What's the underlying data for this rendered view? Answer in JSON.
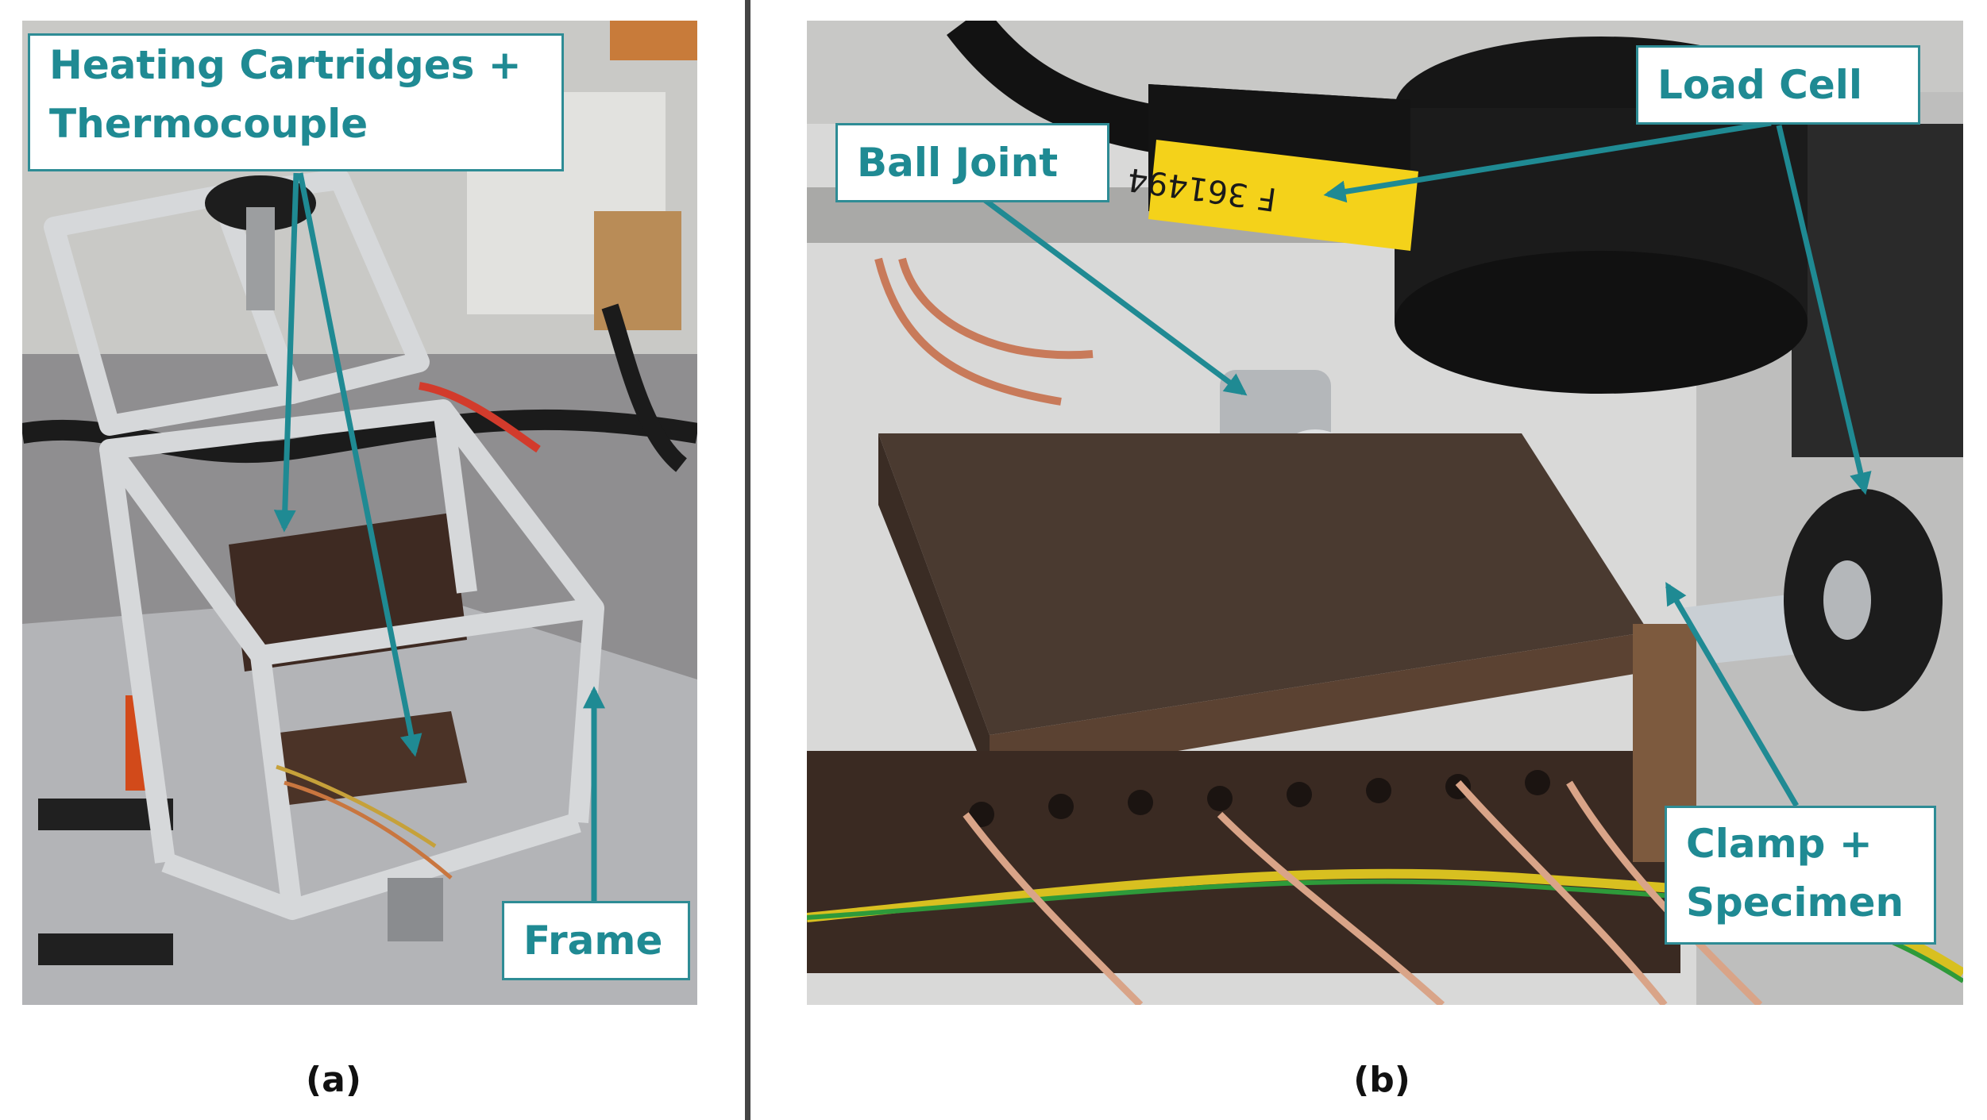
{
  "accent_color": "#1F8A93",
  "panel_a": {
    "caption": "(a)",
    "labels": {
      "heating_line1": "Heating Cartridges +",
      "heating_line2": "Thermocouple",
      "frame": "Frame"
    }
  },
  "panel_b": {
    "caption": "(b)",
    "labels": {
      "ball_joint": "Ball Joint",
      "load_cell": "Load Cell",
      "clamp_line1": "Clamp +",
      "clamp_line2": "Specimen"
    },
    "sensor_tag": "F 361494"
  }
}
